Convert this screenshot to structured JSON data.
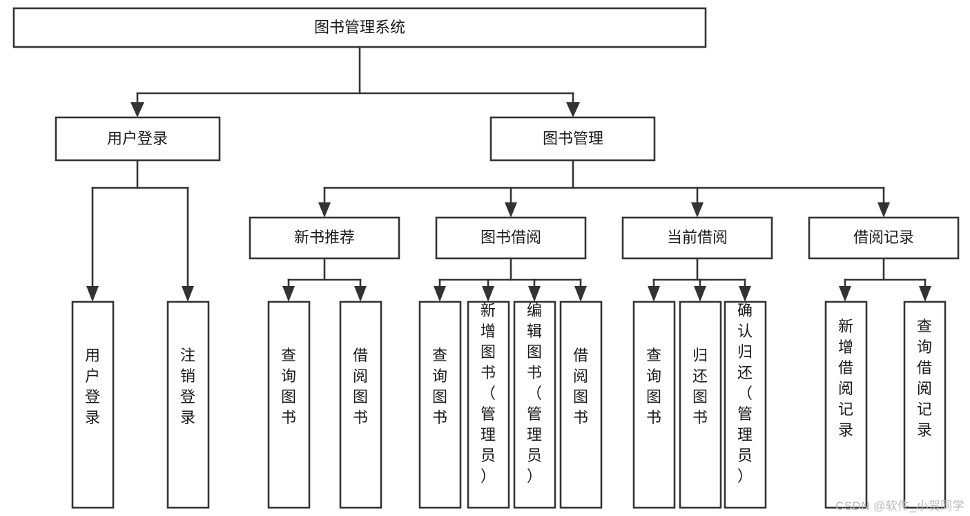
{
  "diagram": {
    "type": "tree",
    "title": "图书管理系统",
    "watermark": "CSDN @软件_小贺同学",
    "colors": {
      "stroke": "#333333",
      "fill": "#ffffff",
      "text": "#1a1a1a",
      "watermark": "#b9b9b9",
      "background": "#ffffff"
    },
    "levels": [
      {
        "level": 1,
        "nodes": [
          {
            "id": "root",
            "label": "图书管理系统",
            "orientation": "horizontal"
          }
        ]
      },
      {
        "level": 2,
        "nodes": [
          {
            "id": "login",
            "label": "用户登录",
            "orientation": "horizontal",
            "parent": "root"
          },
          {
            "id": "bookmgmt",
            "label": "图书管理",
            "orientation": "horizontal",
            "parent": "root"
          }
        ]
      },
      {
        "level": 3,
        "nodes": [
          {
            "id": "newbook",
            "label": "新书推荐",
            "orientation": "horizontal",
            "parent": "bookmgmt"
          },
          {
            "id": "borrow",
            "label": "图书借阅",
            "orientation": "horizontal",
            "parent": "bookmgmt"
          },
          {
            "id": "current",
            "label": "当前借阅",
            "orientation": "horizontal",
            "parent": "bookmgmt"
          },
          {
            "id": "record",
            "label": "借阅记录",
            "orientation": "horizontal",
            "parent": "bookmgmt"
          }
        ]
      },
      {
        "level": 4,
        "nodes": [
          {
            "id": "leaf1",
            "label": "用户登录",
            "orientation": "vertical",
            "parent": "login"
          },
          {
            "id": "leaf2",
            "label": "注销登录",
            "orientation": "vertical",
            "parent": "login"
          },
          {
            "id": "leaf3",
            "label": "查询图书",
            "orientation": "vertical",
            "parent": "newbook"
          },
          {
            "id": "leaf4",
            "label": "借阅图书",
            "orientation": "vertical",
            "parent": "newbook"
          },
          {
            "id": "leaf5",
            "label": "查询图书",
            "orientation": "vertical",
            "parent": "borrow"
          },
          {
            "id": "leaf6",
            "label": "新增图书（管理员）",
            "orientation": "vertical",
            "parent": "borrow"
          },
          {
            "id": "leaf7",
            "label": "编辑图书（管理员）",
            "orientation": "vertical",
            "parent": "borrow"
          },
          {
            "id": "leaf8",
            "label": "借阅图书",
            "orientation": "vertical",
            "parent": "borrow"
          },
          {
            "id": "leaf9",
            "label": "查询图书",
            "orientation": "vertical",
            "parent": "current"
          },
          {
            "id": "leaf10",
            "label": "归还图书",
            "orientation": "vertical",
            "parent": "current"
          },
          {
            "id": "leaf11",
            "label": "确认归还（管理员）",
            "orientation": "vertical",
            "parent": "current"
          },
          {
            "id": "leaf12",
            "label": "新增借阅记录",
            "orientation": "vertical",
            "parent": "record"
          },
          {
            "id": "leaf13",
            "label": "查询借阅记录",
            "orientation": "vertical",
            "parent": "record"
          }
        ]
      }
    ]
  }
}
